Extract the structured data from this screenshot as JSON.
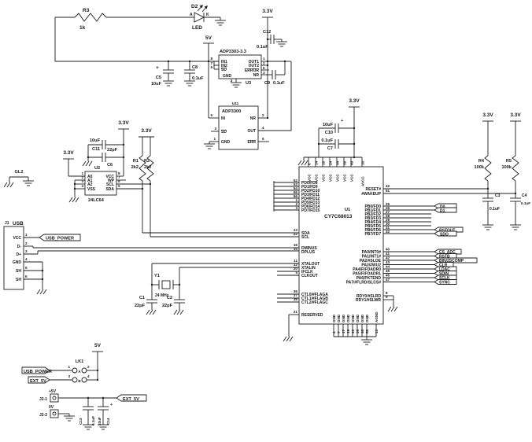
{
  "meta": {
    "type": "circuit-schematic",
    "ink": "#1c1c1c",
    "background": "#ffffff"
  },
  "common": {
    "v33": "3.3V",
    "v5": "5V",
    "c01": "0.1uF",
    "c10u": "10uF",
    "c22p": "22pF",
    "plus": "+"
  },
  "power": {
    "r3": "R3",
    "r3_val": "1k",
    "d2": "D2",
    "d2_type": "LED",
    "anode": "A",
    "cathode": "K",
    "u3_part": "ADP3303-3.3",
    "u3_ref": "U3",
    "u3_in1": "IN1",
    "u3_in2": "IN2",
    "u3_sd": "SD",
    "u3_gnd": "GND",
    "u3_out1": "OUT1",
    "u3_out2": "OUT2",
    "u3_error": "ERROR",
    "u3_nr": "NR",
    "n_in1": "8",
    "n_in2": "7",
    "n_sd": "5",
    "n_gnd": "4",
    "n_out1": "1",
    "n_out2": "2",
    "n_error": "6",
    "n_nr": "3",
    "c5": "C5",
    "c8": "C8",
    "c12": "C12",
    "c9": "C9",
    "u11_part": "ADP3300",
    "u11_ref": "U11",
    "u11_in": "IN",
    "u11_sd": "SD",
    "u11_gnd": "GND",
    "u11_nr": "NR",
    "u11_out": "OUT",
    "u11_err": "ERR",
    "m_in": "5",
    "m_sd": "3",
    "m_gnd": "1",
    "m_nr": "2",
    "m_out": "4",
    "m_err": "6"
  },
  "eeprom": {
    "ref": "U2",
    "part": "24LC64",
    "pins_l": [
      {
        "n": "1",
        "l": "A0"
      },
      {
        "n": "2",
        "l": "A1"
      },
      {
        "n": "3",
        "l": "A2"
      },
      {
        "n": "4",
        "l": "VSS"
      }
    ],
    "pins_r": [
      {
        "n": "8",
        "l": "VCC"
      },
      {
        "n": "7",
        "l": "WP"
      },
      {
        "n": "6",
        "l": "SCL"
      },
      {
        "n": "5",
        "l": "SDA"
      }
    ],
    "c11": "C11",
    "c6": "C6",
    "r1": "R1",
    "r2": "R2",
    "r_val": "2k2"
  },
  "gl2": {
    "ref": "GL2"
  },
  "usb": {
    "ref": "J1",
    "title": "USB",
    "pins": [
      {
        "n": "1",
        "l": "VCC"
      },
      {
        "n": "2",
        "l": "D-"
      },
      {
        "n": "3",
        "l": "D+"
      },
      {
        "n": "4",
        "l": "GND"
      },
      {
        "n": "5",
        "l": "SH"
      },
      {
        "n": "6",
        "l": "SH"
      }
    ]
  },
  "flags": {
    "usb_power": "USB_POWER",
    "ext_5v": "EXT_5V"
  },
  "u1": {
    "ref": "U1",
    "part": "CY7C68013",
    "vcc": "VCC",
    "avcc": "AVCC",
    "avcc_n": "10",
    "vcc_n": [
      "6",
      "14",
      "18",
      "24",
      "34",
      "39",
      "49"
    ],
    "pd": [
      {
        "n": "52",
        "l": "PD0/FD8"
      },
      {
        "n": "53",
        "l": "PD1/FD9"
      },
      {
        "n": "54",
        "l": "PD2/FD10"
      },
      {
        "n": "55",
        "l": "PD3/FD11"
      },
      {
        "n": "56",
        "l": "PD4/FD12"
      },
      {
        "n": "1",
        "l": "PD5/FD13"
      },
      {
        "n": "2",
        "l": "PD6/FD14"
      },
      {
        "n": "3",
        "l": "PD7/FD15"
      }
    ],
    "sda_l": "SDA",
    "sda_n": "23",
    "scl_l": "SCL",
    "scl_n": "22",
    "dminus_l": "DMINUS",
    "dminus_n": "16",
    "dplus_l": "DPLUS",
    "dplus_n": "15",
    "xtalout_l": "XTALOUT",
    "xtalout_n": "11",
    "xtalin_l": "XTALIN",
    "xtalin_n": "12",
    "ifclk_l": "IFCLK",
    "ifclk_n": "20",
    "clkout_l": "CLKOUT",
    "clkout_n": "5",
    "ctl": [
      {
        "n": "36",
        "l": "CTL0/#FLAGA"
      },
      {
        "n": "37",
        "l": "CTL1/#FLAGB"
      },
      {
        "n": "38",
        "l": "CTL2/#FLAGC"
      }
    ],
    "reserved_l": "RESERVED",
    "reserved_n": "21",
    "reset_l": "RESET#",
    "reset_n": "42",
    "wakeup_l": "#WAKEUP",
    "wakeup_n": "51",
    "pb": [
      {
        "n": "25",
        "l": "PB0/FD0"
      },
      {
        "n": "26",
        "l": "PB1/FD1"
      },
      {
        "n": "27",
        "l": "PB2/FD2"
      },
      {
        "n": "28",
        "l": "PB3/FD3"
      },
      {
        "n": "29",
        "l": "PB4/FD4"
      },
      {
        "n": "30",
        "l": "PB5/FD5"
      },
      {
        "n": "31",
        "l": "PB6/FD6"
      },
      {
        "n": "32",
        "l": "PB7/FD7"
      }
    ],
    "pa": [
      {
        "n": "40",
        "l": "PA0/INT0#"
      },
      {
        "n": "41",
        "l": "PA1/INT1#"
      },
      {
        "n": "42",
        "l": "PA2/#SLOE"
      },
      {
        "n": "43",
        "l": "PA3/#WU2"
      },
      {
        "n": "44",
        "l": "PA4/FIFOADR0"
      },
      {
        "n": "45",
        "l": "PA5/FIFOADR1"
      },
      {
        "n": "46",
        "l": "PA6/PKTEND"
      },
      {
        "n": "47",
        "l": "PA7/#FLRD/SLCS#"
      }
    ],
    "rdy": [
      {
        "n": "8",
        "l": "RDY0/#SLRD"
      },
      {
        "n": "9",
        "l": "RDY1/#SLWR"
      }
    ],
    "gnd_l": "GND",
    "gnd_n": [
      "4",
      "7",
      "17",
      "19",
      "33",
      "35",
      "48",
      "50"
    ],
    "agnd_l": "AGND",
    "agnd_n": "13",
    "c10": "C10",
    "c7": "C7",
    "y1": "Y1",
    "y1_val": "24 MHz",
    "c1": "C1",
    "c2": "C2",
    "flags_pb": [
      "D0",
      "D1",
      "RSTOUT",
      "SDO"
    ],
    "flags_pa": [
      "CS_ADC",
      "RSTB",
      "BIN/2SCOMP",
      "CLR",
      "LDAC",
      "SDIN",
      "SCLK",
      "SYNC"
    ]
  },
  "right": {
    "r4": "R4",
    "r5": "R5",
    "r_val": "100k",
    "c3": "C3",
    "c4": "C4"
  },
  "bottom": {
    "lk1": "LK1",
    "a": "A",
    "b": "B",
    "n1": "1",
    "n2": "2",
    "n3": "3",
    "n4": "4",
    "j21": "J2-1",
    "j22": "J2-2",
    "p5": "+5V",
    "v0": "0V",
    "c13": "C13",
    "c14": "C14"
  }
}
